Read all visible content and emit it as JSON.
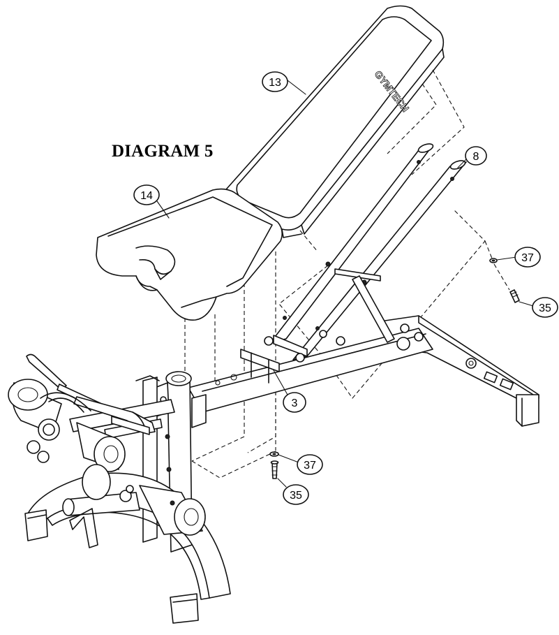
{
  "diagram": {
    "title": "DIAGRAM 5",
    "brand_logo": "GYMTECH",
    "callouts": [
      {
        "id": "c13",
        "label": "13"
      },
      {
        "id": "c14",
        "label": "14"
      },
      {
        "id": "c8",
        "label": "8"
      },
      {
        "id": "c37a",
        "label": "37"
      },
      {
        "id": "c35a",
        "label": "35"
      },
      {
        "id": "c3",
        "label": "3"
      },
      {
        "id": "c37b",
        "label": "37"
      },
      {
        "id": "c35b",
        "label": "35"
      }
    ]
  }
}
